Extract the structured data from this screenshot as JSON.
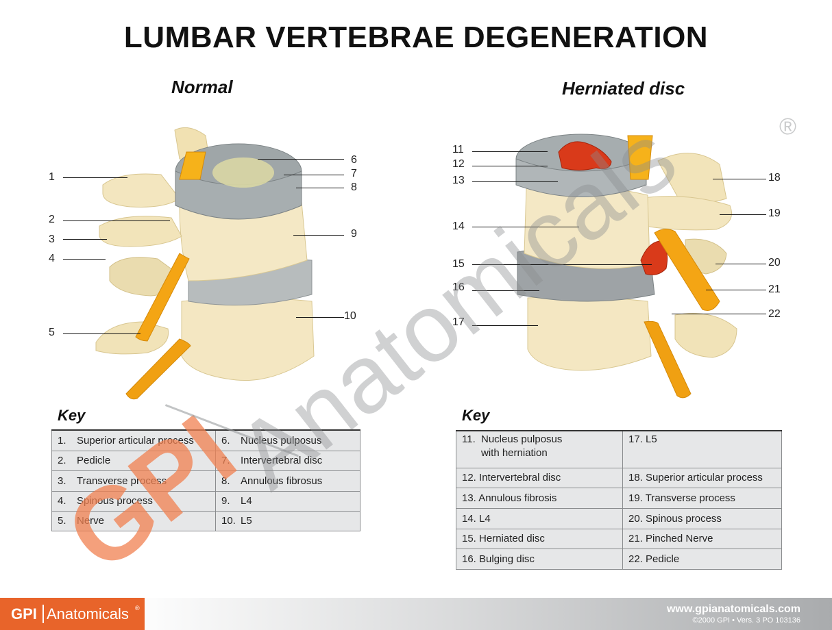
{
  "title": "LUMBAR VERTEBRAE DEGENERATION",
  "normal": {
    "subtitle": "Normal",
    "key_heading": "Key",
    "key_rows": [
      [
        {
          "n": "1.",
          "t": "Superior articular process"
        },
        {
          "n": "6.",
          "t": "Nucleus pulposus"
        }
      ],
      [
        {
          "n": "2.",
          "t": "Pedicle"
        },
        {
          "n": "7.",
          "t": "Intervertebral disc"
        }
      ],
      [
        {
          "n": "3.",
          "t": "Transverse process"
        },
        {
          "n": "8.",
          "t": "Annulous fibrosus"
        }
      ],
      [
        {
          "n": "4.",
          "t": "Spinous process"
        },
        {
          "n": "9.",
          "t": "L4"
        }
      ],
      [
        {
          "n": "5.",
          "t": "Nerve"
        },
        {
          "n": "10.",
          "t": "L5"
        }
      ]
    ]
  },
  "herniated": {
    "subtitle": "Herniated disc",
    "key_heading": "Key",
    "key_rows": [
      [
        {
          "n": "11.",
          "t": "Nucleus pulposus",
          "t2": "with herniation"
        },
        {
          "n": "17.",
          "t": "L5"
        }
      ],
      [
        {
          "n": "12.",
          "t": "Intervertebral disc"
        },
        {
          "n": "18.",
          "t": "Superior articular process"
        }
      ],
      [
        {
          "n": "13.",
          "t": "Annulous fibrosis"
        },
        {
          "n": "19.",
          "t": "Transverse process"
        }
      ],
      [
        {
          "n": "14.",
          "t": "L4"
        },
        {
          "n": "20.",
          "t": "Spinous process"
        }
      ],
      [
        {
          "n": "15.",
          "t": "Herniated disc"
        },
        {
          "n": "21.",
          "t": "Pinched Nerve"
        }
      ],
      [
        {
          "n": "16.",
          "t": "Bulging disc"
        },
        {
          "n": "22.",
          "t": "Pedicle"
        }
      ]
    ]
  },
  "callouts": [
    "1",
    "2",
    "3",
    "4",
    "5",
    "6",
    "7",
    "8",
    "9",
    "10",
    "11",
    "12",
    "13",
    "14",
    "15",
    "16",
    "17",
    "18",
    "19",
    "20",
    "21",
    "22"
  ],
  "watermark": {
    "brand": "GPI",
    "name": "Anatomicals",
    "reg": "®"
  },
  "footer": {
    "brand": "GPI",
    "name": "Anatomicals",
    "reg": "®",
    "url": "www.gpianatomicals.com",
    "copyright": "©2000 GPI • Vers. 3 PO 103136"
  },
  "colors": {
    "accent": "#e8642a",
    "bone": "#f3e6c0",
    "disc": "#a9b0b3",
    "nerve": "#f2a612",
    "herniation": "#d93a1a"
  }
}
